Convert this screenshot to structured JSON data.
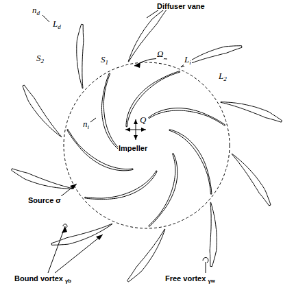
{
  "diagram": {
    "labels": [
      "Diffuser vane",
      "nd",
      "Ld",
      "S2",
      "Ω",
      "Li",
      "S1",
      "L2",
      "ni",
      "Q",
      "Impeller",
      "Source σ",
      "Bound vortex γb",
      "Free vortex γw"
    ]
  }
}
